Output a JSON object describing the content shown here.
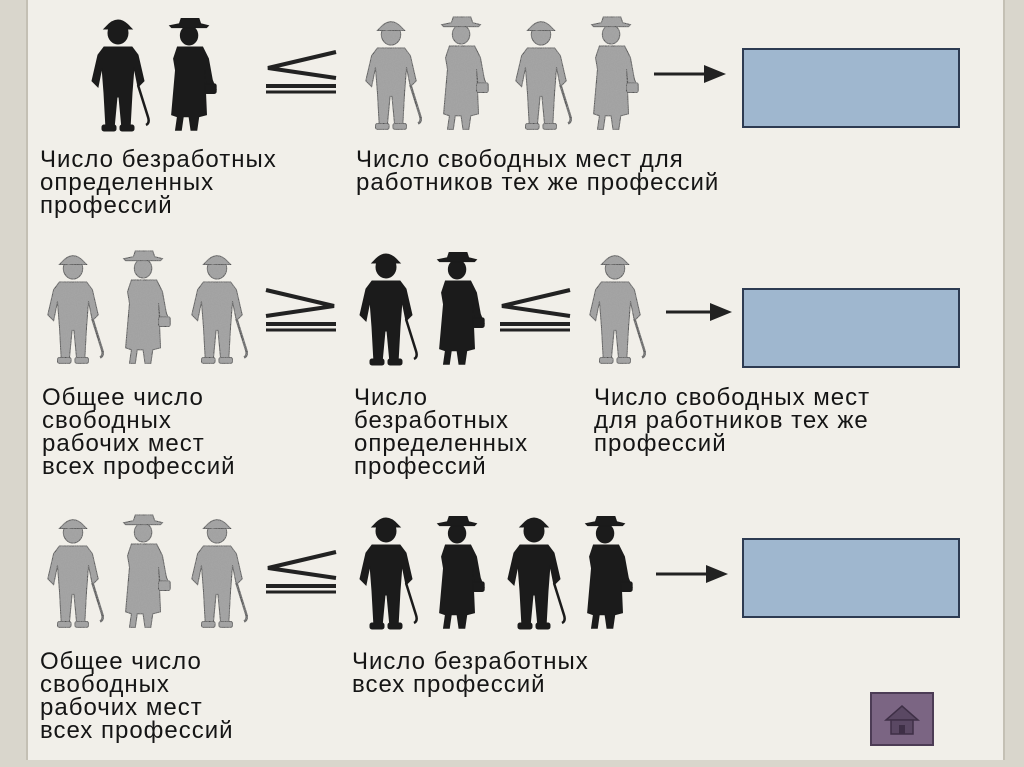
{
  "row1": {
    "left_caption": "Число безработных\nопределенных\nпрофессий",
    "right_caption": "Число свободных мест для\nработников тех же профессий",
    "relation": "≤"
  },
  "row2": {
    "left_caption": "Общее число\nсвободных\nрабочих мест\nвсех профессий",
    "middle_caption": "Число\nбезработных\nопределенных\nпрофессий",
    "right_caption": "Число свободных мест\nдля работников тех же\nпрофессий",
    "relation_left": "≥",
    "relation_right": "≤"
  },
  "row3": {
    "left_caption": "Общее число\nсвободных\nрабочих мест\nвсех профессий",
    "right_caption": "Число безработных\nвсех профессий",
    "relation": "≤"
  },
  "home_button": {
    "icon": "house-icon"
  },
  "colors": {
    "answer_box": "#9fb7cf",
    "home_button": "#7b6583"
  }
}
